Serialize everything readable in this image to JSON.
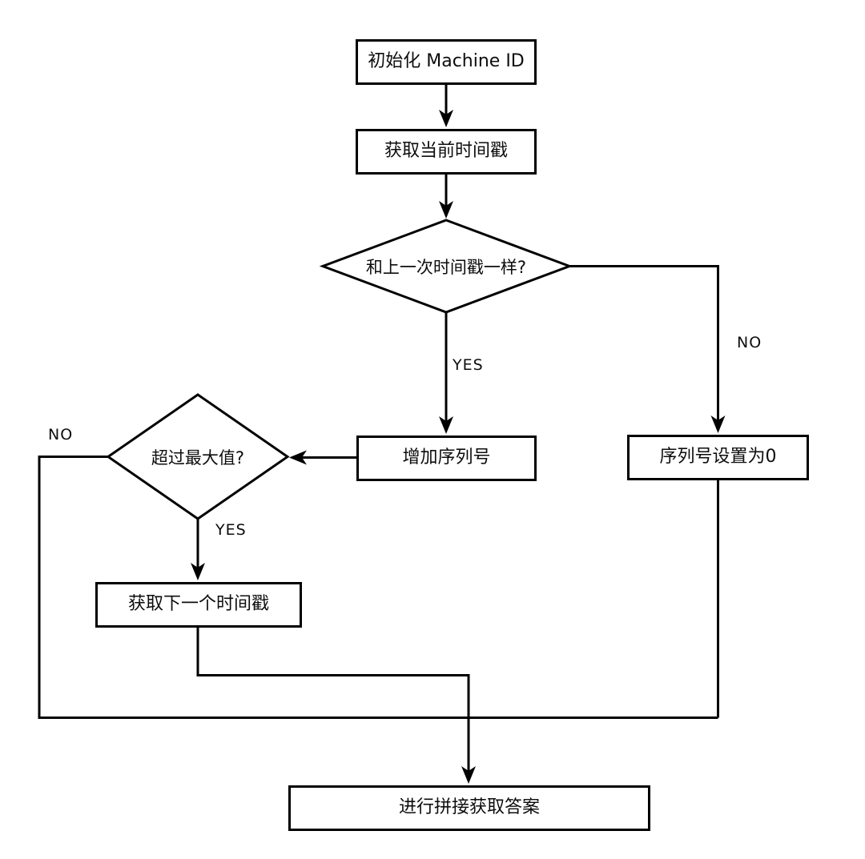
{
  "page": {
    "background_color": "#ffffff",
    "stroke_color": "#000000"
  },
  "flowchart": {
    "nodes": {
      "init_machine_id": {
        "type": "process",
        "label": "初始化 Machine ID"
      },
      "get_current_timestamp": {
        "type": "process",
        "label": "获取当前时间戳"
      },
      "same_as_last_timestamp": {
        "type": "decision",
        "label": "和上一次时间戳一样?"
      },
      "increment_sequence": {
        "type": "process",
        "label": "增加序列号"
      },
      "sequence_set_zero": {
        "type": "process",
        "label": "序列号设置为0"
      },
      "exceeds_max": {
        "type": "decision",
        "label": "超过最大值?"
      },
      "get_next_timestamp": {
        "type": "process",
        "label": "获取下一个时间戳"
      },
      "concat_result": {
        "type": "process",
        "label": "进行拼接获取答案"
      }
    },
    "edge_labels": {
      "same_yes": "YES",
      "same_no": "NO",
      "exceed_yes": "YES",
      "exceed_no": "NO"
    }
  }
}
